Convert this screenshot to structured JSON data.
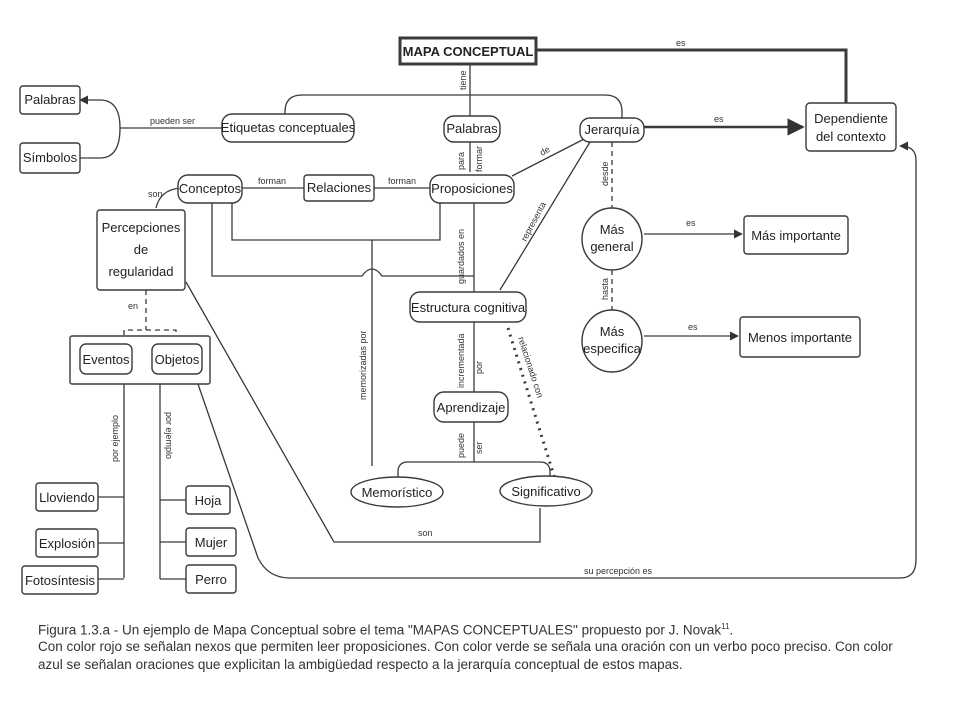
{
  "nodes": {
    "mapa": "MAPA CONCEPTUAL",
    "palabras_left": "Palabras",
    "simbolos": "Símbolos",
    "etiquetas": "Etiquetas conceptuales",
    "palabras_mid": "Palabras",
    "jerarquia": "Jerarquía",
    "dependiente_1": "Dependiente",
    "dependiente_2": "del contexto",
    "conceptos": "Conceptos",
    "relaciones": "Relaciones",
    "proposiciones": "Proposiciones",
    "percepciones_1": "Percepciones",
    "percepciones_2": "de",
    "percepciones_3": "regularidad",
    "mas_general_1": "Más",
    "mas_general_2": "general",
    "mas_importante": "Más importante",
    "estructura": "Estructura cognitiva",
    "mas_especifica_1": "Más",
    "mas_especifica_2": "especifica",
    "menos_importante": "Menos importante",
    "eventos": "Eventos",
    "objetos": "Objetos",
    "aprendizaje": "Aprendizaje",
    "lloviendo": "Lloviendo",
    "explosion": "Explosión",
    "fotosintesis": "Fotosíntesis",
    "hoja": "Hoja",
    "mujer": "Mujer",
    "perro": "Perro",
    "memoristico": "Memorístico",
    "significativo": "Significativo"
  },
  "links": {
    "es_top": "es",
    "es_jerarquia": "es",
    "tiene": "tiene",
    "pueden_ser": "pueden ser",
    "para": "para",
    "formar": "formar",
    "de": "de",
    "son_left": "son",
    "forman_1": "forman",
    "forman_2": "forman",
    "desde": "desde",
    "hasta": "hasta",
    "es_general": "es",
    "es_especifica": "es",
    "guardados_en": "guardados en",
    "representa": "representa",
    "en": "en",
    "memorizadas_por": "memorizadas por",
    "incrementada": "incrementada",
    "por": "por",
    "relacionado_con": "relacionado con",
    "por_ejemplo_1": "por ejemplo",
    "por_ejemplo_2": "por ejemplo",
    "puede": "puede",
    "ser": "ser",
    "son_bottom": "son",
    "su_percepcion_es": "su percepción es"
  },
  "caption": {
    "line1_prefix": "Figura 1.3.a - Un ejemplo de Mapa Conceptual sobre el tema \"MAPAS CONCEPTUALES\" propuesto por J. Novak",
    "line1_sup": "11",
    "line1_suffix": ".",
    "line2": "Con color rojo se señalan nexos que permiten leer proposiciones. Con color verde se señala una oración con un verbo poco preciso. Con color",
    "line3": "azul se señalan oraciones que explicitan la ambigüedad respecto a la jerarquía conceptual  de estos mapas."
  },
  "colors": {
    "stroke": "#3a3a3a",
    "text": "#222222",
    "caption": "#333333",
    "background": "#ffffff"
  }
}
